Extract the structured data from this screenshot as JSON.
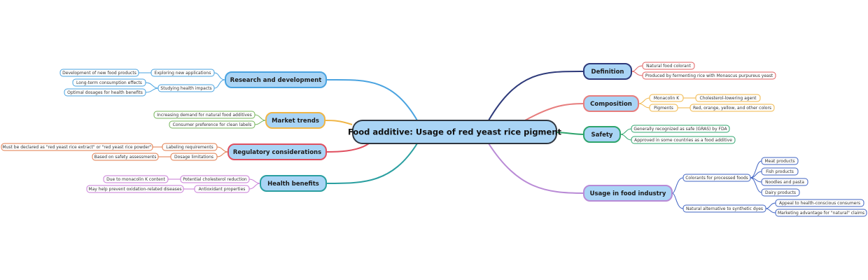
{
  "central": {
    "label": "Food additive: Usage of red yeast rice pigment"
  },
  "branches": {
    "definition": {
      "label": "Definition",
      "color": "#2e3a7a",
      "children": [
        {
          "label": "Natural food colorant"
        },
        {
          "label": "Produced by fermenting rice with Monascus purpureus yeast"
        }
      ]
    },
    "composition": {
      "label": "Composition",
      "color": "#e77d7d",
      "children": [
        {
          "label": "Monacolin K",
          "children": [
            {
              "label": "Cholesterol-lowering agent"
            }
          ]
        },
        {
          "label": "Pigments",
          "children": [
            {
              "label": "Red, orange, yellow, and other colors"
            }
          ]
        }
      ]
    },
    "safety": {
      "label": "Safety",
      "color": "#2ea46c",
      "children": [
        {
          "label": "Generally recognized as safe (GRAS) by FDA"
        },
        {
          "label": "Approved in some countries as a food additive"
        }
      ]
    },
    "usage": {
      "label": "Usage in food industry",
      "color": "#b98ad6",
      "child_color": "#3f63c2",
      "children": [
        {
          "label": "Colorants for processed foods",
          "children": [
            {
              "label": "Meat products"
            },
            {
              "label": "Fish products"
            },
            {
              "label": "Noodles and pasta"
            },
            {
              "label": "Dairy products"
            }
          ]
        },
        {
          "label": "Natural alternative to synthetic dyes",
          "children": [
            {
              "label": "Appeal to health-conscious consumers"
            },
            {
              "label": "Marketing advantage for \"natural\" claims"
            }
          ]
        }
      ]
    },
    "research": {
      "label": "Research and development",
      "color": "#4aa3e0",
      "children": [
        {
          "label": "Exploring new applications",
          "children": [
            {
              "label": "Development of new food products"
            }
          ]
        },
        {
          "label": "Studying health impacts",
          "children": [
            {
              "label": "Long-term consumption effects"
            },
            {
              "label": "Optimal dosages for health benefits"
            }
          ]
        }
      ]
    },
    "market": {
      "label": "Market trends",
      "color": "#f0b545",
      "child_color": "#74b35a",
      "children": [
        {
          "label": "Increasing demand for natural food additives"
        },
        {
          "label": "Consumer preference for clean labels"
        }
      ]
    },
    "regulatory": {
      "label": "Regulatory considerations",
      "color": "#e04f5f",
      "child_color": "#e07a4a",
      "children": [
        {
          "label": "Labeling requirements",
          "children": [
            {
              "label": "Must be declared as \"red yeast rice extract\" or \"red yeast rice powder\""
            }
          ]
        },
        {
          "label": "Dosage limitations",
          "children": [
            {
              "label": "Based on safety assessments"
            }
          ]
        }
      ]
    },
    "health": {
      "label": "Health benefits",
      "color": "#2a9fa0",
      "child_color": "#c77ad6",
      "children": [
        {
          "label": "Potential cholesterol reduction",
          "children": [
            {
              "label": "Due to monacolin K content"
            }
          ]
        },
        {
          "label": "Antioxidant properties",
          "children": [
            {
              "label": "May help prevent oxidation-related diseases"
            }
          ]
        }
      ]
    }
  }
}
